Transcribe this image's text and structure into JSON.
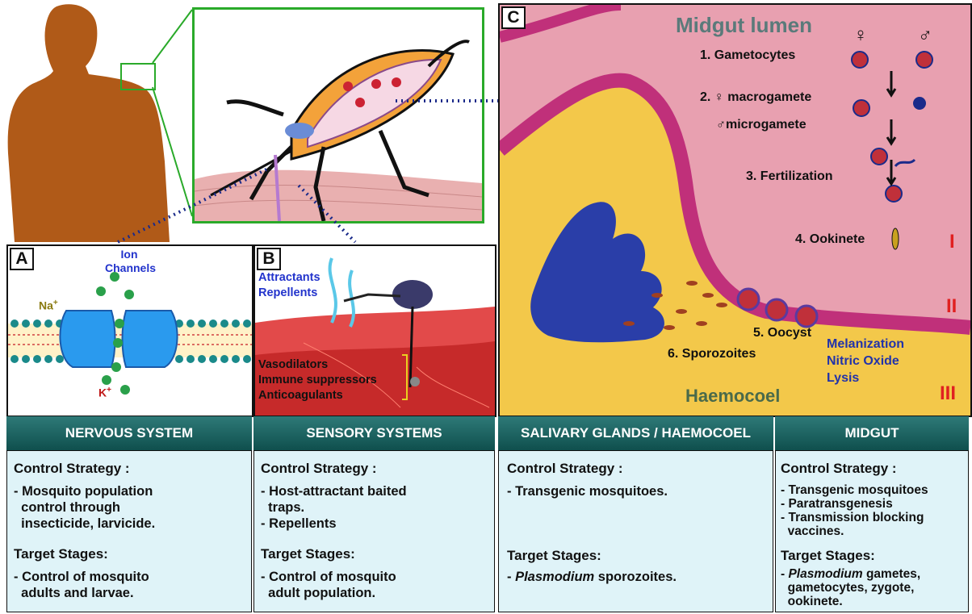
{
  "panels": {
    "a": {
      "letter": "A",
      "ion_channels": "Ion\nChannels",
      "na": "Na",
      "na_sup": "+",
      "k": "K",
      "k_sup": "+"
    },
    "b": {
      "letter": "B",
      "attract": "Attractants\nRepellents",
      "vaso": "Vasodilators\nImmune suppressors\nAnticoagulants"
    },
    "c": {
      "letter": "C",
      "midgut_lumen": "Midgut lumen",
      "female_sym": "♀",
      "male_sym": "♂",
      "steps": [
        "1. Gametocytes",
        "2. ♀ macrogamete",
        "♂microgamete",
        "3. Fertilization",
        "4. Ookinete",
        "5. Oocyst",
        "6. Sporozoites"
      ],
      "defense": "Melanization\nNitric Oxide\nLysis",
      "haemocoel": "Haemocoel",
      "roman": [
        "I",
        "II",
        "III"
      ]
    }
  },
  "headers": [
    "NERVOUS SYSTEM",
    "SENSORY SYSTEMS",
    "SALIVARY GLANDS / HAEMOCOEL",
    "MIDGUT"
  ],
  "boxes": [
    {
      "cs": "Control Strategy :",
      "cs_items": "- Mosquito population\n  control through\n  insecticide, larvicide.",
      "ts": "Target Stages:",
      "ts_items": "- Control of mosquito\n  adults and larvae."
    },
    {
      "cs": "Control Strategy :",
      "cs_items": "- Host-attractant baited\n  traps.\n- Repellents",
      "ts": "Target Stages:",
      "ts_items": "- Control of mosquito\n  adult population."
    },
    {
      "cs": "Control Strategy :",
      "cs_items": "- Transgenic mosquitoes.",
      "ts": "Target Stages:",
      "ts_pre": "- ",
      "ts_italic": "Plasmodium",
      "ts_rest": " sporozoites."
    },
    {
      "cs": "Control Strategy :",
      "cs_items": "- Transgenic mosquitoes\n- Paratransgenesis\n- Transmission blocking\n  vaccines.",
      "ts": "Target Stages:",
      "ts_pre": "- ",
      "ts_italic": "Plasmodium",
      "ts_rest": " gametes,\n  gametocytes, zygote,\n  ookinete."
    }
  ],
  "colors": {
    "header_dark": "#0f4f4d",
    "box_bg": "#dff3f8",
    "human": "#b05a18",
    "midgut_pink": "#e8a0b0",
    "haemocoel_yellow": "#f3c84a",
    "gland_blue": "#2a3ea8"
  }
}
